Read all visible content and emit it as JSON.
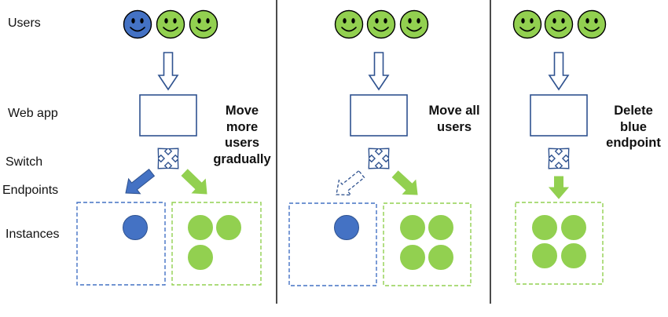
{
  "row_labels": {
    "users": "Users",
    "web_app": "Web app",
    "switch": "Switch",
    "endpoints": "Endpoints",
    "instances": "Instances"
  },
  "panels": [
    {
      "caption": [
        "Move",
        "more",
        "users",
        "gradually"
      ],
      "users": [
        "blue",
        "green",
        "green"
      ],
      "blue_endpoint": "active",
      "green_endpoint": "active",
      "blue_instance_count": 1,
      "green_instance_count": 3
    },
    {
      "caption": [
        "Move all",
        "users"
      ],
      "users": [
        "green",
        "green",
        "green"
      ],
      "blue_endpoint": "inactive",
      "green_endpoint": "active",
      "blue_instance_count": 1,
      "green_instance_count": 4
    },
    {
      "caption": [
        "Delete",
        "blue",
        "endpoint"
      ],
      "users": [
        "green",
        "green",
        "green"
      ],
      "blue_endpoint": "deleted",
      "green_endpoint": "active",
      "blue_instance_count": 0,
      "green_instance_count": 4
    }
  ],
  "colors": {
    "blue": "#4472C4",
    "blue_dark": "#2F528F",
    "green": "#92D050",
    "green_dark": "#507E32",
    "divider": "#111111",
    "text": "#111111"
  },
  "icons": {
    "user": "smiley-face-icon",
    "request_arrow": "down-arrow-outline-icon",
    "switch": "four-way-arrow-icon",
    "endpoint_arrow": "block-arrow-icon",
    "instance": "circle-icon"
  }
}
